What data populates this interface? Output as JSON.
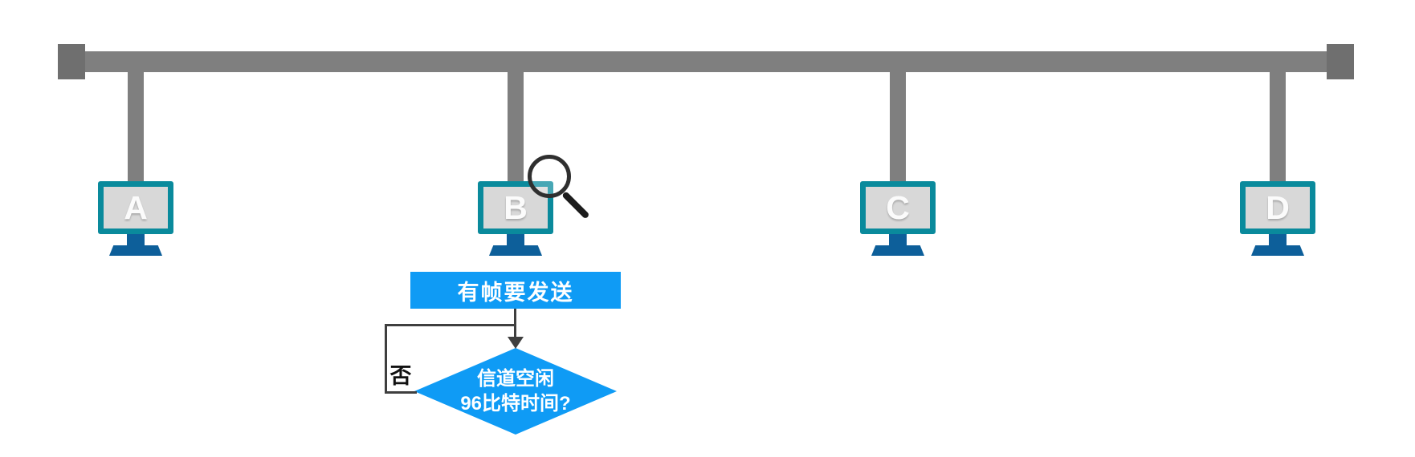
{
  "computers": [
    {
      "label": "A"
    },
    {
      "label": "B"
    },
    {
      "label": "C"
    },
    {
      "label": "D"
    }
  ],
  "flowchart": {
    "start_label": "有帧要发送",
    "decision_line1": "信道空闲",
    "decision_line2": "96比特时间?",
    "no_label": "否"
  },
  "icons": {
    "magnifier": "magnifier-icon"
  },
  "colors": {
    "background": "#ffffff",
    "bus_gray": "#7f7f7f",
    "terminator_gray": "#6f6f6f",
    "monitor_frame_teal": "#0a8a9c",
    "monitor_screen_gray": "#d8d8d8",
    "stand_blue": "#0d5f9a",
    "flow_blue": "#0f9bf5",
    "arrow_gray": "#3f3f3f"
  }
}
